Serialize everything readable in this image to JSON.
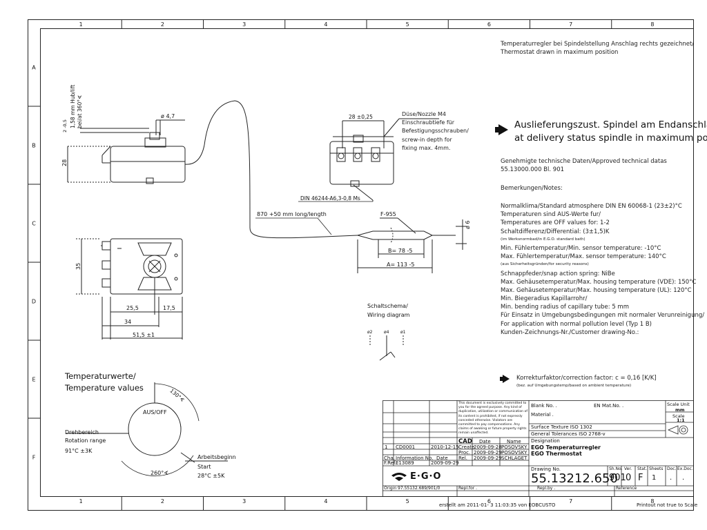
{
  "border": {
    "columns": [
      "1",
      "2",
      "3",
      "4",
      "5",
      "6",
      "7",
      "8"
    ],
    "rows": [
      "A",
      "B",
      "C",
      "D",
      "E",
      "F"
    ]
  },
  "header_note": [
    "Temperaturregler bei Spindelstellung Anschlag rechts gezeichnet/",
    "Thermostat drawn in maximum position"
  ],
  "delivery_status": [
    "Auslieferungszust. Spindel am Endanschlag/",
    "at delivery status spindle in maximum position"
  ],
  "approved_data": [
    "Genehmigte technische Daten/Approved technical datas",
    "55.13000.000 Bl. 901"
  ],
  "remarks_heading": "Bemerkungen/Notes:",
  "notes": [
    {
      "text": "Normalklima/Standard atmosphere DIN EN 60068-1 (23±2)°C",
      "small": false
    },
    {
      "text": "Temperaturen sind AUS-Werte fur/",
      "small": false
    },
    {
      "text": "Temperatures are OFF values for: 1-2",
      "small": false
    },
    {
      "text": "Schaltdifferenz/Differential: (3±1,5)K",
      "small": false
    },
    {
      "text": "(im Werksnormbad/in E.G.O. standard bath)",
      "small": true
    },
    {
      "text": "Min. Fühlertemperatur/Min. sensor temperature: -10°C",
      "small": false
    },
    {
      "text": "Max. Fühlertemperatur/Max. sensor temperature: 140°C",
      "small": false
    },
    {
      "text": "(aus Sicherheitsgründen/for security reasons)",
      "small": true
    },
    {
      "text": "Schnappfeder/snap action spring: NiBe",
      "small": false
    },
    {
      "text": "Max. Gehäusetemperatur/Max. housing temperature (VDE): 150°C",
      "small": false
    },
    {
      "text": "Max. Gehäusetemperatur/Max. housing temperature (UL): 120°C",
      "small": false
    },
    {
      "text": "Min. Biegeradius Kapillarrohr/",
      "small": false
    },
    {
      "text": "Min. bending radius of capillary tube: 5 mm",
      "small": false
    },
    {
      "text": "Für Einsatz in Umgebungsbedingungen mit normaler Verunreinigung/",
      "small": false
    },
    {
      "text": "For application with normal pollution level (Typ 1 B)",
      "small": false
    },
    {
      "text": "Kunden-Zeichnungs-Nr./Customer drawing-No.:",
      "small": false
    }
  ],
  "correction": {
    "line1": "Korrekturfaktor/correction factor: c = 0,16 [K/K]",
    "line2": "(bez. auf Umgebungstemp/based on ambient temperature)"
  },
  "nozzle_note": [
    "Düse/Nozzle M4",
    "Einschraubtiefe für",
    "Befestigungsschrauben/",
    "screw-in depth for",
    "fixing max. 4mm."
  ],
  "wiring": {
    "title_de": "Schaltschema/",
    "title_en": "Wiring diagram"
  },
  "temperature_values": {
    "title_de": "Temperaturwerte/",
    "title_en": "Temperature values",
    "aus_off": "AUS/OFF",
    "angle_130": "130°∢",
    "angle_260": "260°∢",
    "drehbereich": [
      "Drehbereich",
      "Rotation range",
      "91°C ±3K"
    ],
    "arbeitsbeginn": [
      "Arbeitsbeginn",
      "Start",
      "28°C ±5K"
    ]
  },
  "dimensions": {
    "d47": "ø 4,7",
    "h28": "28",
    "v158": "1,58 mm Hub/lift",
    "v360": "bei/at 360°∢",
    "v2": "2 -0,5",
    "w28": "28 ±0,25",
    "din": "DIN 46244-A6,3-0,8 Ms",
    "cap": "870 +50 mm long/length",
    "f955": "F-955",
    "d6": "ø 6",
    "b78": "B= 78 -5",
    "a113": "A= 113 -5",
    "h35": "35",
    "w255": "25,5",
    "w175": "17,5",
    "w34": "34",
    "w515": "51,5 ±1"
  },
  "title_block": {
    "disclaimer": "This document is exclusively committed to you for the agreed purpose. Any kind of duplication, utilization or communication of its content is prohibited, if not expressly conceded otherwise. Violators are committed to pay compensations. Any claims of awaking or future property rights remain unaffected.",
    "blank_no": "Blank No.  .",
    "en_mat_no": "EN Mat.No.  .",
    "material": "Material   .",
    "scale_unit_label": "Scale Unit",
    "scale_unit": "mm",
    "scale_label": "Scale",
    "scale": "1:1",
    "surface": "Surface Texture ISO 1302",
    "tolerances": "General Tolerances  ISO 2768-v",
    "designation_label": "Designation",
    "designation1": "EGO Temperaturregler",
    "designation2": "EGO Thermostat",
    "revision_row": {
      "rev": "1",
      "info": "CD0001",
      "date": "2010-12-15"
    },
    "rev_headers": {
      "cha": "Cha.",
      "info": "Information No.",
      "date": "Date"
    },
    "fref": {
      "label": "F.Ref.",
      "info": "E13089",
      "date": "2009-09-29"
    },
    "cad_headers": {
      "cad": "CAD",
      "date": "Date",
      "name": "Name"
    },
    "cad_rows": [
      {
        "role": "Create",
        "date": "2009-09-28",
        "name": "POSOVSKY"
      },
      {
        "role": "Proc.",
        "date": "2009-09-29",
        "name": "POSOVSKY"
      },
      {
        "role": "Rel.",
        "date": "2009-09-29",
        "name": "SCHLAGET"
      }
    ],
    "logo_text": "E·G·O",
    "drawing_no_label": "Drawing No.",
    "drawing_no": "55.13212.650",
    "sh_no_label": "Sh.No.",
    "sh_no": "901",
    "ver_label": "Ver.",
    "ver": "0",
    "stat_label": "Stat.",
    "stat": "F",
    "sheets_label": "Sheets",
    "sheets": "1",
    "doc_label": "Doc.",
    "doc": ".",
    "exdoc_label": "Ex.Doc.",
    "exdoc": ".",
    "origin": "Origin 97.55132.689/901/0",
    "repl_for": "Repl.for .",
    "repl_by": "Repl.by .",
    "reference": "Reference"
  },
  "footer": {
    "created": "erstellt am 2011-01- 3 11:03:35 von EOBCUSTO",
    "printout": "Printout not true to Scale"
  }
}
